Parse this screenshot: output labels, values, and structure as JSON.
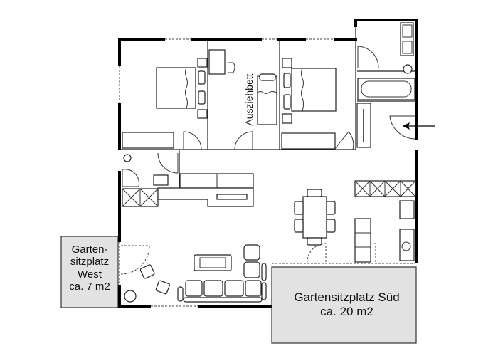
{
  "plan": {
    "rooms": {
      "middle_room_label": "Ausziehbett"
    },
    "terraces": [
      {
        "id": "west",
        "lines": [
          "Garten-",
          "sitzplatz",
          "West",
          "ca. 7 m2"
        ]
      },
      {
        "id": "sued",
        "lines": [
          "Gartensitzplatz Süd",
          "ca. 20 m2"
        ]
      }
    ],
    "entrance_arrow": "arrow-left",
    "colors": {
      "wall": "#000000",
      "terrace_fill": "#e2e2e2",
      "background": "#ffffff"
    }
  }
}
